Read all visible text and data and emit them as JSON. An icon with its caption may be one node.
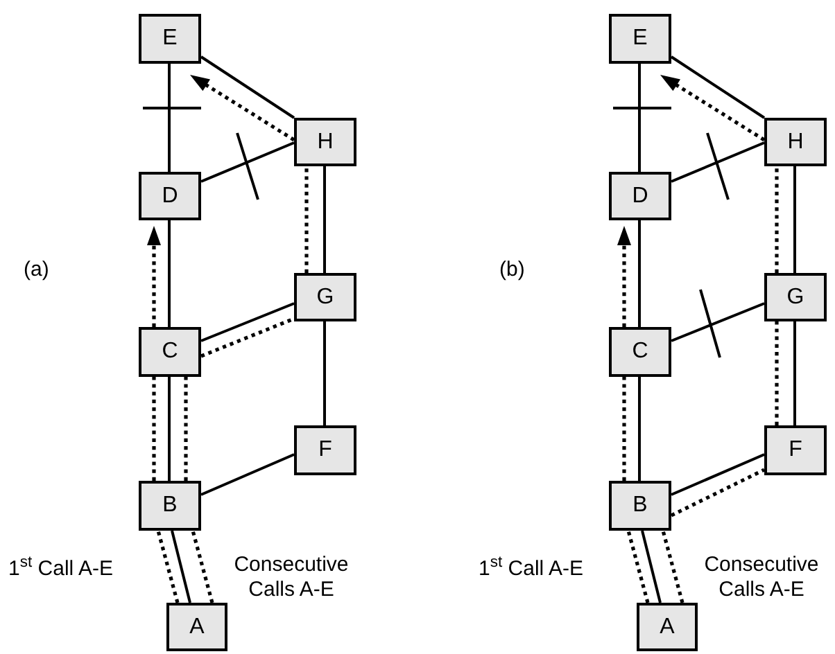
{
  "diagram": {
    "nodes": [
      {
        "text": [
          "E"
        ]
      },
      {
        "text": [
          "H"
        ]
      },
      {
        "text": [
          "D"
        ]
      },
      {
        "text": [
          "G"
        ]
      },
      {
        "text": [
          "C"
        ]
      },
      {
        "text": [
          "F"
        ]
      },
      {
        "text": [
          "B"
        ]
      },
      {
        "text": [
          "A"
        ]
      },
      {
        "text": [
          "E"
        ]
      },
      {
        "text": [
          "H"
        ]
      },
      {
        "text": [
          "D"
        ]
      },
      {
        "text": [
          "G"
        ]
      },
      {
        "text": [
          "C"
        ]
      },
      {
        "text": [
          "F"
        ]
      },
      {
        "text": [
          "B"
        ]
      },
      {
        "text": [
          "A"
        ]
      }
    ],
    "edges": [
      {
        "from": 7,
        "to": 6,
        "arrow": "none"
      },
      {
        "from": 6,
        "to": 4,
        "arrow": "none"
      },
      {
        "from": 4,
        "to": 2,
        "arrow": "none"
      },
      {
        "from": 2,
        "to": 0,
        "arrow": "none"
      },
      {
        "from": 0,
        "to": 1,
        "arrow": "none"
      },
      {
        "from": 2,
        "to": 1,
        "arrow": "none"
      },
      {
        "from": 1,
        "to": 3,
        "arrow": "none"
      },
      {
        "from": 3,
        "to": 4,
        "arrow": "none"
      },
      {
        "from": 3,
        "to": 5,
        "arrow": "none"
      },
      {
        "from": 5,
        "to": 6,
        "arrow": "none"
      },
      {
        "from": 7,
        "to": 6,
        "arrow": "none",
        "style": "dashed"
      },
      {
        "from": 6,
        "to": 4,
        "arrow": "none",
        "style": "dashed"
      },
      {
        "from": 4,
        "to": 2,
        "arrow": "to",
        "style": "dashed"
      },
      {
        "from": 7,
        "to": 6,
        "arrow": "none",
        "style": "dashed"
      },
      {
        "from": 6,
        "to": 4,
        "arrow": "none",
        "style": "dashed"
      },
      {
        "from": 4,
        "to": 3,
        "arrow": "none",
        "style": "dashed"
      },
      {
        "from": 3,
        "to": 1,
        "arrow": "none",
        "style": "dashed"
      },
      {
        "from": 1,
        "to": 0,
        "arrow": "to",
        "style": "dashed"
      },
      {
        "from": 15,
        "to": 14,
        "arrow": "none"
      },
      {
        "from": 14,
        "to": 12,
        "arrow": "none"
      },
      {
        "from": 12,
        "to": 10,
        "arrow": "none"
      },
      {
        "from": 10,
        "to": 8,
        "arrow": "none"
      },
      {
        "from": 8,
        "to": 9,
        "arrow": "none"
      },
      {
        "from": 10,
        "to": 9,
        "arrow": "none"
      },
      {
        "from": 9,
        "to": 11,
        "arrow": "none"
      },
      {
        "from": 11,
        "to": 12,
        "arrow": "none"
      },
      {
        "from": 11,
        "to": 13,
        "arrow": "none"
      },
      {
        "from": 13,
        "to": 14,
        "arrow": "none"
      },
      {
        "from": 15,
        "to": 14,
        "arrow": "none",
        "style": "dashed"
      },
      {
        "from": 14,
        "to": 12,
        "arrow": "none",
        "style": "dashed"
      },
      {
        "from": 12,
        "to": 10,
        "arrow": "to",
        "style": "dashed"
      },
      {
        "from": 15,
        "to": 14,
        "arrow": "none",
        "style": "dashed"
      },
      {
        "from": 14,
        "to": 13,
        "arrow": "none",
        "style": "dashed"
      },
      {
        "from": 13,
        "to": 11,
        "arrow": "none",
        "style": "dashed"
      },
      {
        "from": 11,
        "to": 9,
        "arrow": "none",
        "style": "dashed"
      },
      {
        "from": 9,
        "to": 8,
        "arrow": "to",
        "style": "dashed"
      }
    ],
    "labels": [
      "(a)",
      "1$^{st}$ Call A-E",
      "Consecutive Calls A-E",
      "(b)",
      "1$^{st}$ Call A-E",
      "Consecutive Calls A-E"
    ]
  }
}
